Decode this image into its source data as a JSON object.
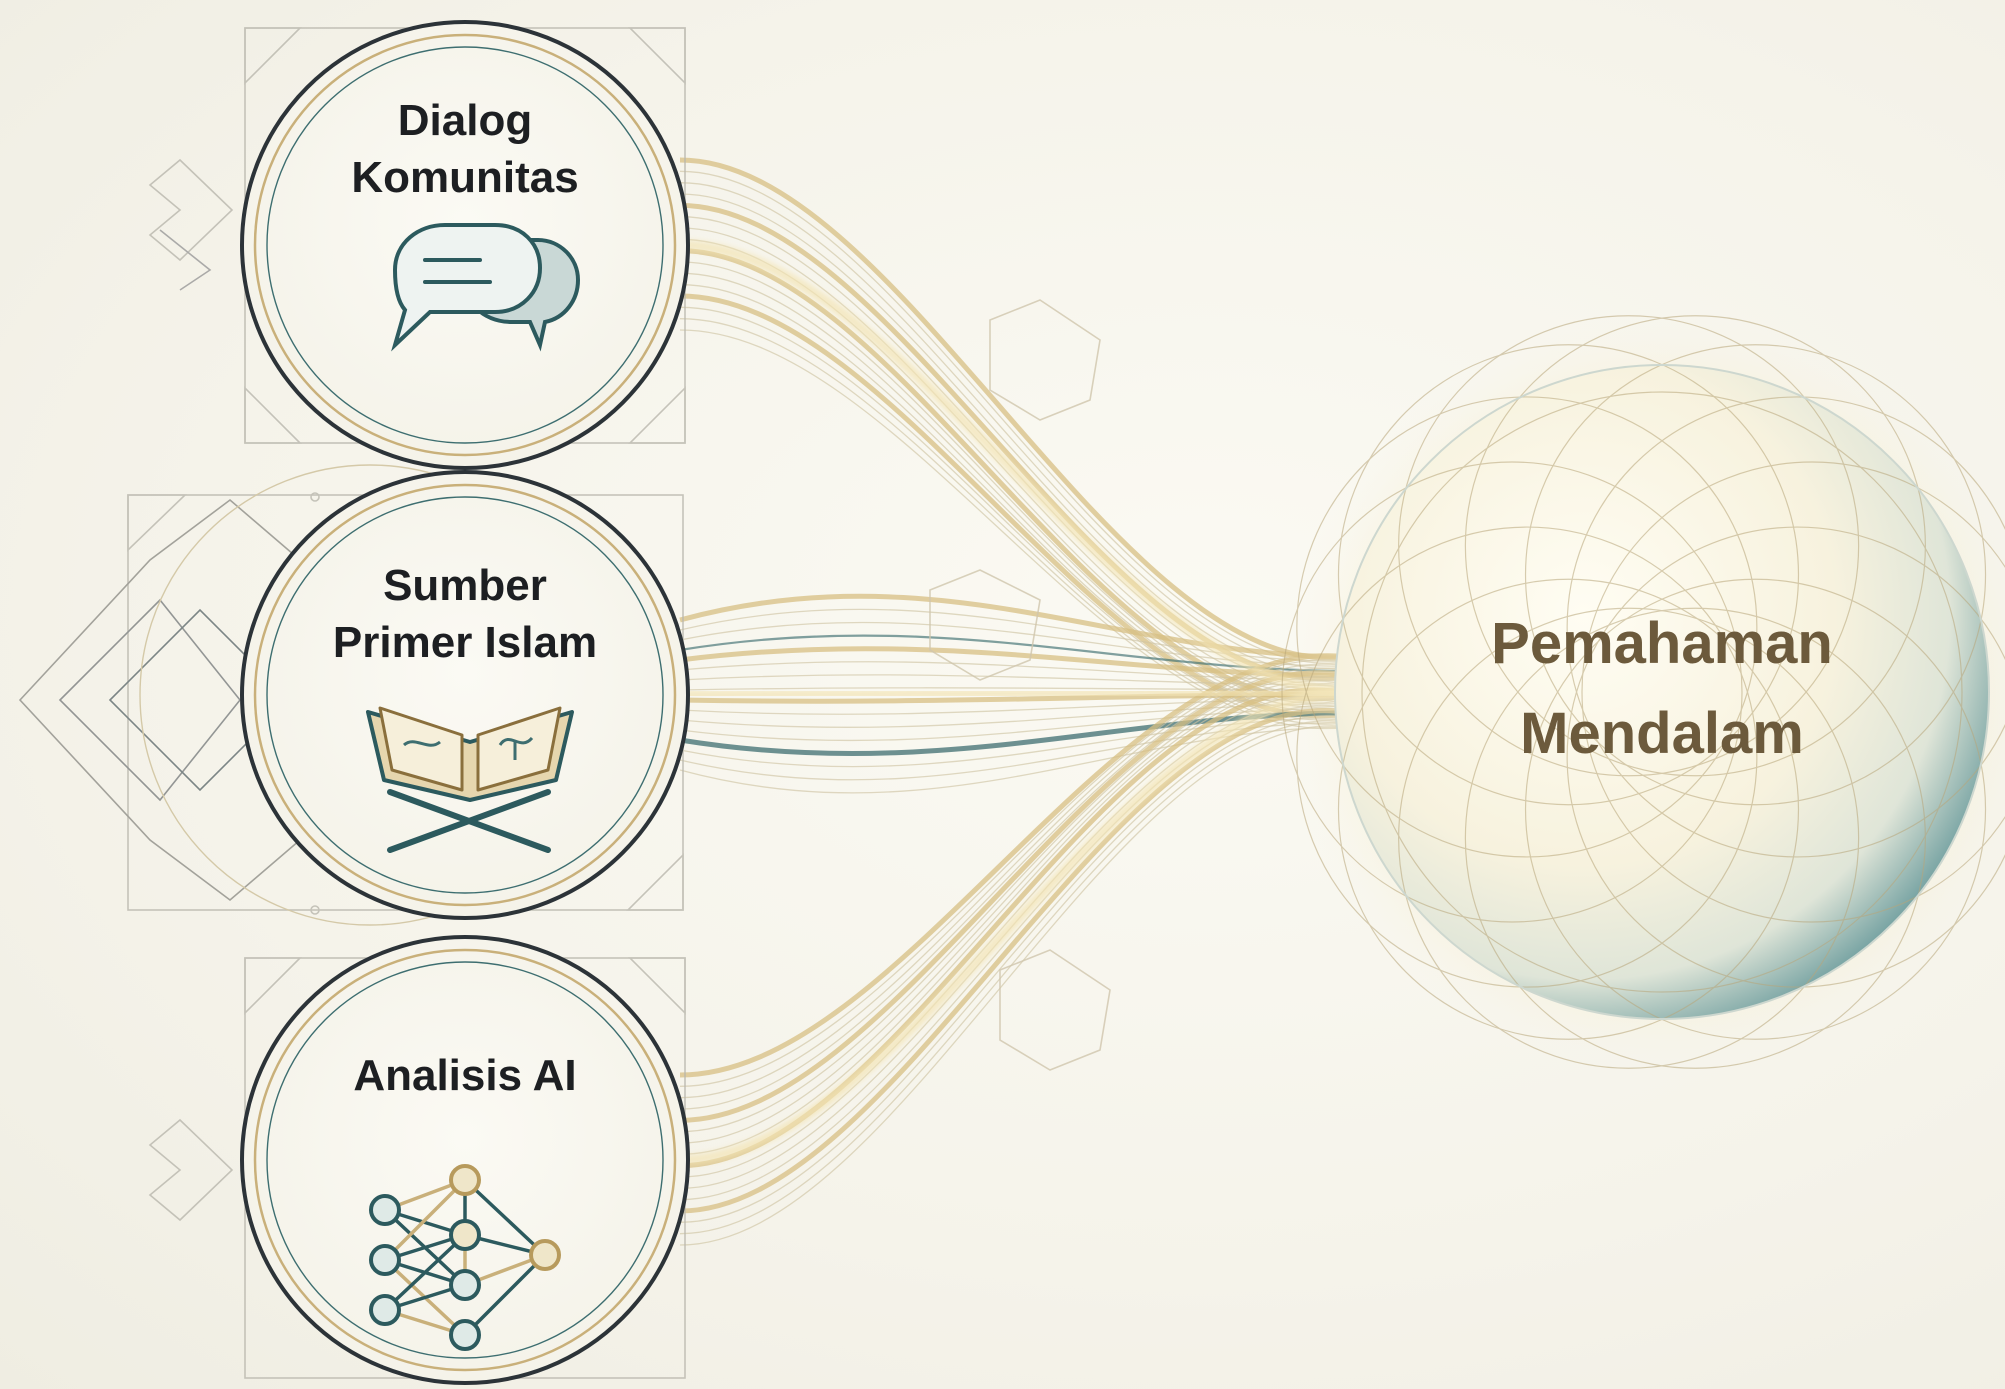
{
  "nodes": [
    {
      "id": "dialog",
      "label_line1": "Dialog",
      "label_line2": "Komunitas",
      "icon": "chat-bubbles-icon"
    },
    {
      "id": "sumber",
      "label_line1": "Sumber",
      "label_line2": "Primer Islam",
      "icon": "quran-book-icon"
    },
    {
      "id": "analisis",
      "label_line1": "Analisis AI",
      "label_line2": "",
      "icon": "neural-network-icon"
    }
  ],
  "hub": {
    "label_line1": "Pemahaman",
    "label_line2": "Mendalam"
  },
  "colors": {
    "background": "#f6f4ec",
    "node_ring_dark": "#2c3338",
    "node_ring_gold": "#c9b07a",
    "teal": "#3d6e70",
    "gold": "#d7bf83",
    "hub_text": "#6c5a3c",
    "hub_glow": "#f3df9c",
    "hub_shadow": "#4f8b8f"
  }
}
